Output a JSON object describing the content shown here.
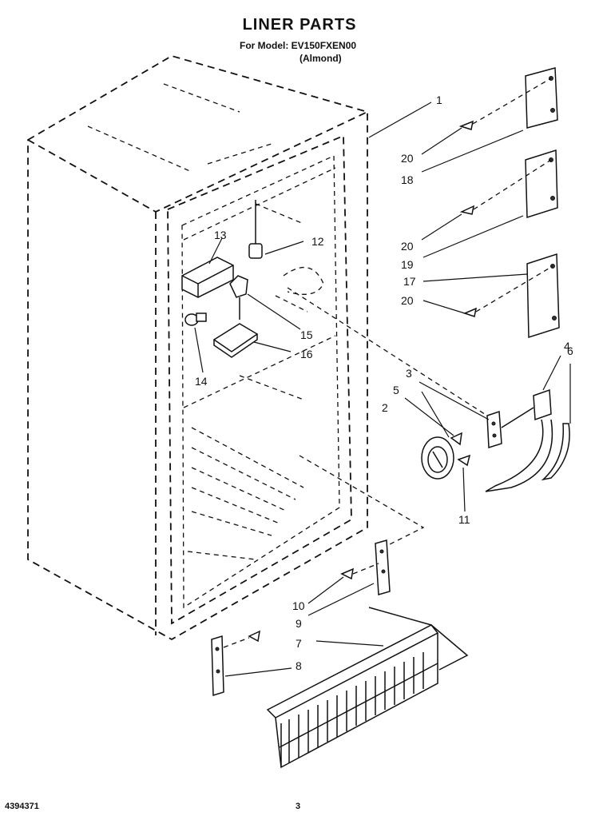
{
  "header": {
    "title": "LINER PARTS",
    "model_line": "For Model: EV150FXEN00",
    "color_line": "(Almond)"
  },
  "footer": {
    "doc_number": "4394371",
    "page_number": "3"
  },
  "callouts": {
    "c1": "1",
    "c2": "2",
    "c3": "3",
    "c4": "4",
    "c5": "5",
    "c6": "6",
    "c7": "7",
    "c8": "8",
    "c9": "9",
    "c10": "10",
    "c11": "11",
    "c12": "12",
    "c13": "13",
    "c14": "14",
    "c15": "15",
    "c16": "16",
    "c17": "17",
    "c18": "18",
    "c19": "19",
    "c20a": "20",
    "c20b": "20",
    "c20c": "20"
  }
}
